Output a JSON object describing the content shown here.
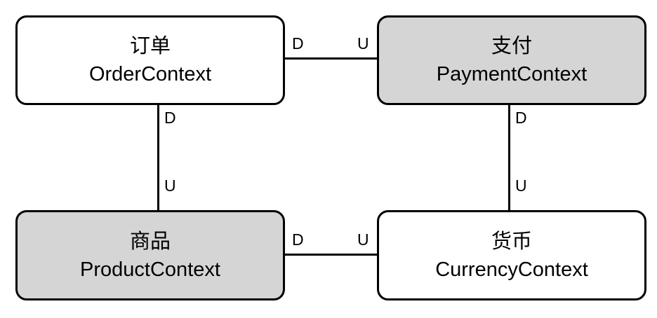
{
  "diagram": {
    "type": "context-map",
    "nodes": [
      {
        "id": "order",
        "name_zh": "订单",
        "name_en": "OrderContext",
        "fill": "white"
      },
      {
        "id": "payment",
        "name_zh": "支付",
        "name_en": "PaymentContext",
        "fill": "gray"
      },
      {
        "id": "product",
        "name_zh": "商品",
        "name_en": "ProductContext",
        "fill": "gray"
      },
      {
        "id": "currency",
        "name_zh": "货币",
        "name_en": "CurrencyContext",
        "fill": "white"
      }
    ],
    "edges": [
      {
        "from": "order",
        "to": "payment",
        "from_label": "D",
        "to_label": "U",
        "orientation": "horizontal"
      },
      {
        "from": "order",
        "to": "product",
        "from_label": "D",
        "to_label": "U",
        "orientation": "vertical"
      },
      {
        "from": "payment",
        "to": "currency",
        "from_label": "D",
        "to_label": "U",
        "orientation": "vertical"
      },
      {
        "from": "product",
        "to": "currency",
        "from_label": "D",
        "to_label": "U",
        "orientation": "horizontal"
      }
    ],
    "colors": {
      "node_gray": "#d5d5d5",
      "node_white": "#ffffff",
      "stroke": "#000000"
    }
  }
}
